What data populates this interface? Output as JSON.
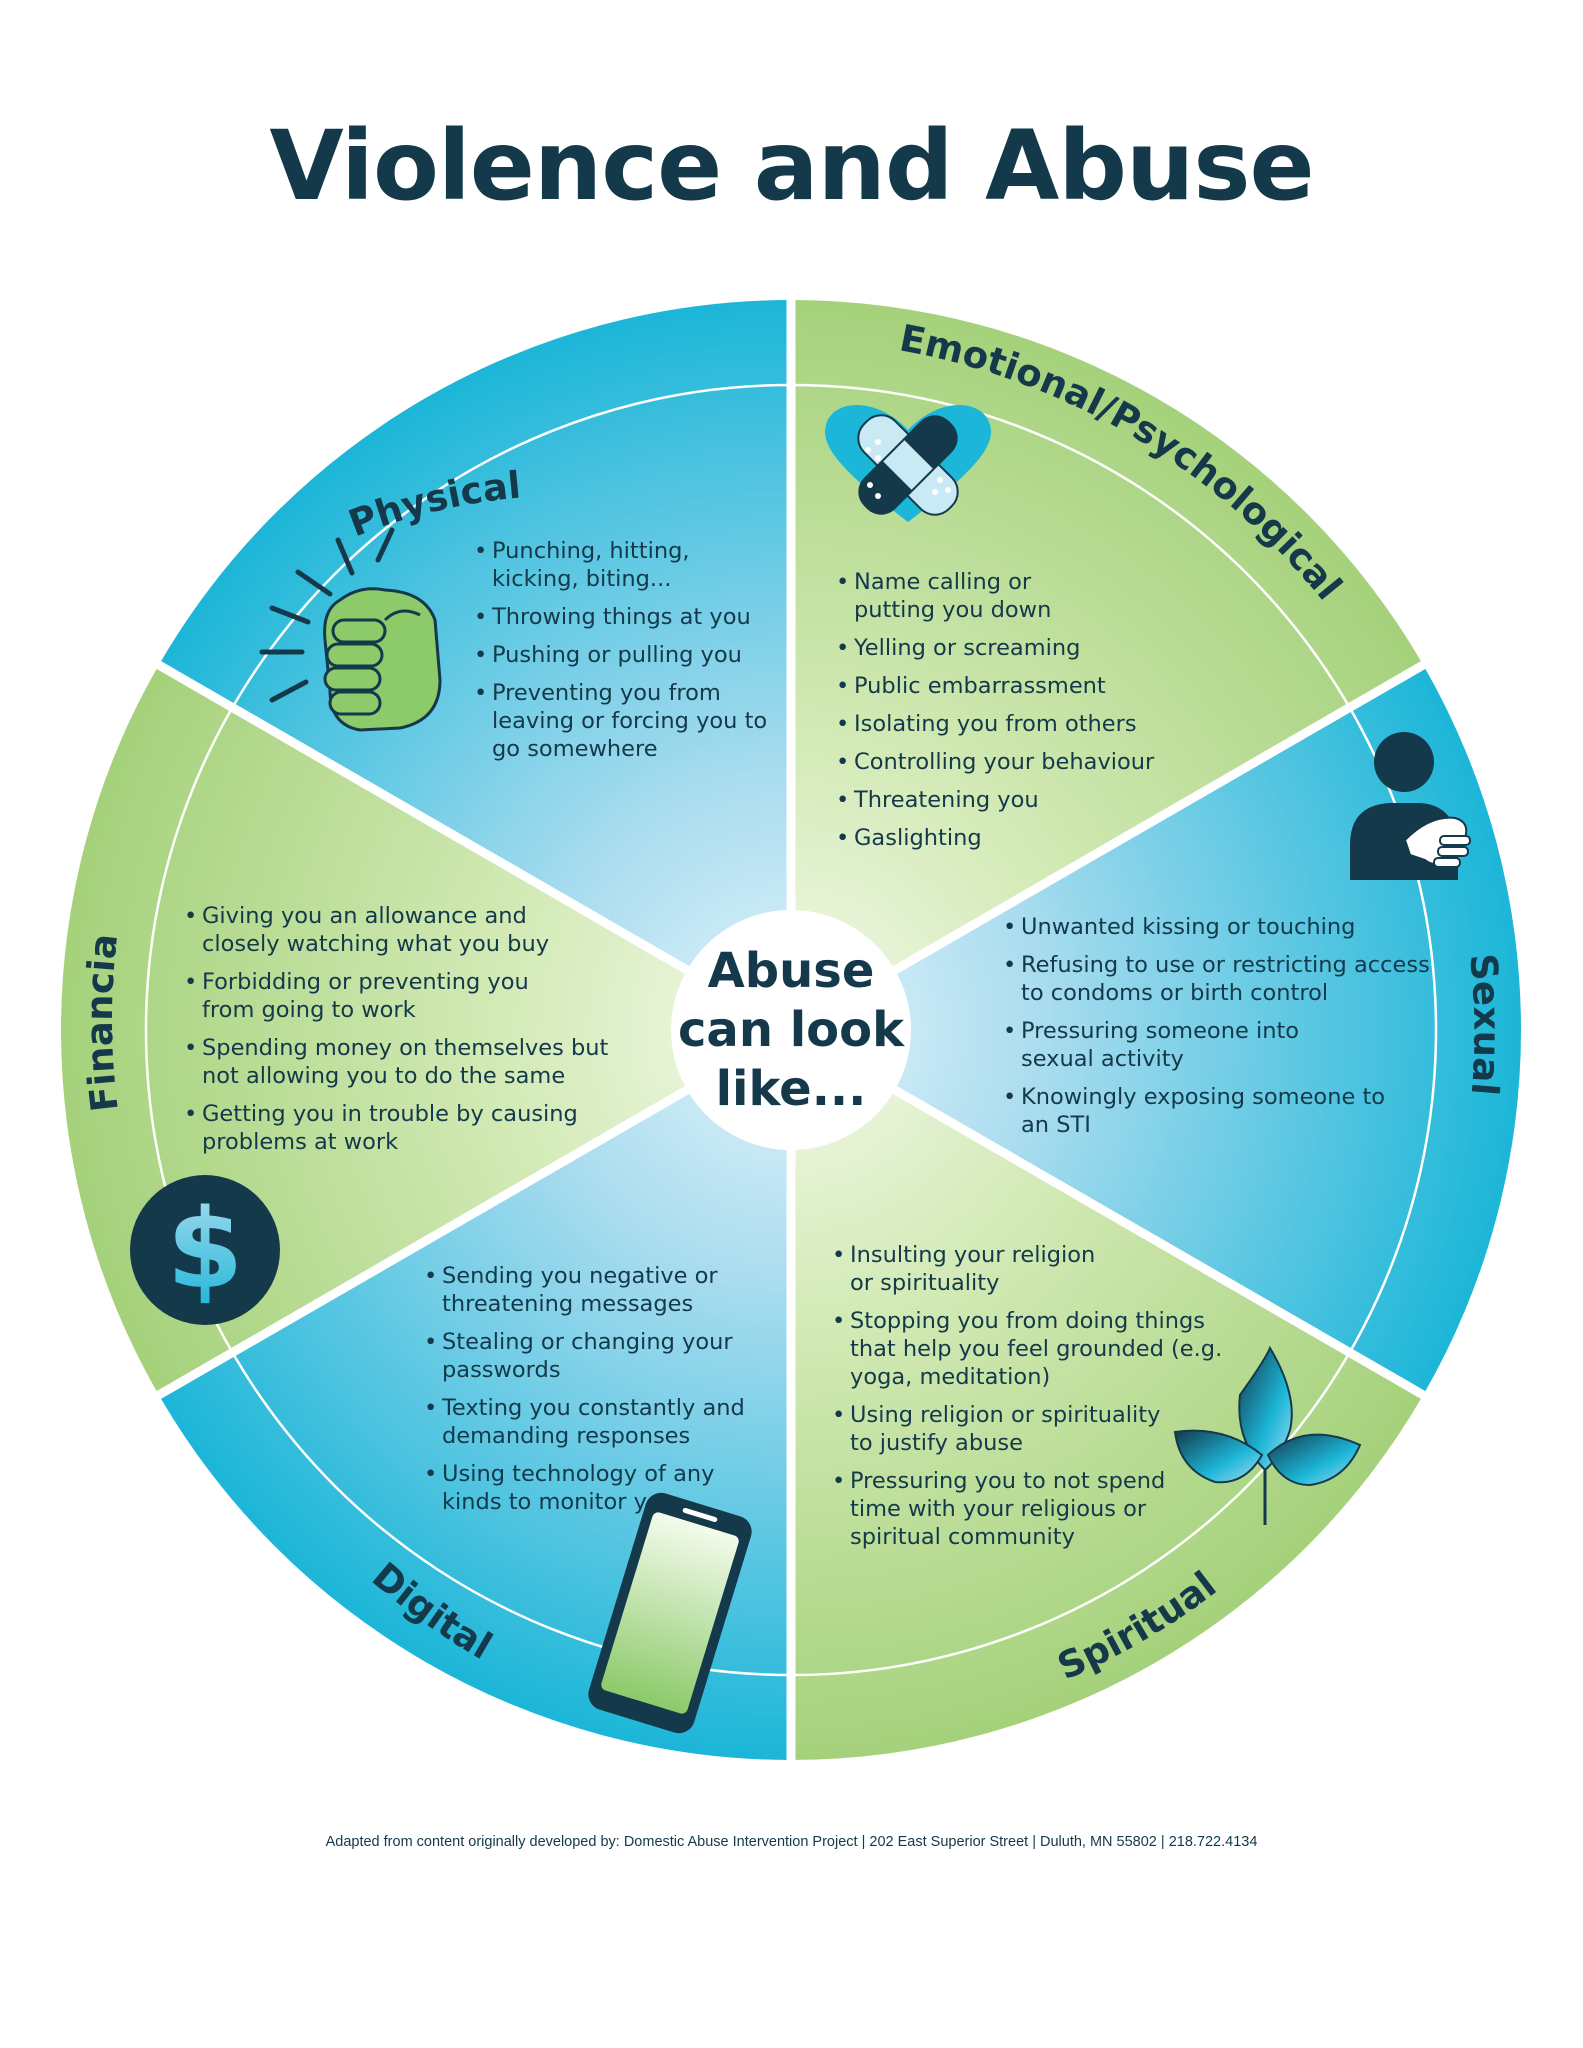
{
  "title": "Violence and Abuse",
  "center_text": [
    "Abuse",
    "can look",
    "like..."
  ],
  "colors": {
    "navy": "#14394a",
    "blue_edge": "#1cb6d8",
    "blue_center": "#e2f4fb",
    "green_edge": "#a5d17b",
    "green_center": "#f3f9ea",
    "icon_green": "#8cca6a"
  },
  "segments": [
    {
      "name": "Physical",
      "icon": "fist-icon",
      "items": [
        "Punching, hitting, kicking, biting...",
        "Throwing things at you",
        "Pushing or pulling you",
        "Preventing you from leaving or forcing you to go somewhere"
      ]
    },
    {
      "name": "Emotional/Psychological",
      "icon": "bandaged-heart-icon",
      "items": [
        "Name calling or putting you down",
        "Yelling or screaming",
        "Public embarrassment",
        "Isolating you from others",
        "Controlling your behaviour",
        "Threatening you",
        "Gaslighting"
      ]
    },
    {
      "name": "Sexual",
      "icon": "hand-on-shoulder-icon",
      "items": [
        "Unwanted kissing or touching",
        "Refusing to use or restricting access to condoms or birth control",
        "Pressuring someone into sexual activity",
        "Knowingly exposing someone to an STI"
      ]
    },
    {
      "name": "Spiritual",
      "icon": "leaf-plant-icon",
      "items": [
        "Insulting your religion or spirituality",
        "Stopping you from doing things that help you feel grounded (e.g. yoga, meditation)",
        "Using religion or spirituality to justify abuse",
        "Pressuring you to not spend time with your religious or spiritual community"
      ]
    },
    {
      "name": "Digital",
      "icon": "smartphone-icon",
      "items": [
        "Sending you negative or threatening messages",
        "Stealing or changing your passwords",
        "Texting you constantly and demanding responses",
        "Using technology of any kinds to monitor you"
      ]
    },
    {
      "name": "Financial",
      "icon": "dollar-coin-icon",
      "items": [
        "Giving you an allowance and closely watching what you buy",
        "Forbidding or preventing you from going to work",
        "Spending money on themselves but not allowing you to do the same",
        "Getting you in trouble by causing problems at work"
      ]
    }
  ],
  "footer": "Adapted from content originally developed by: Domestic Abuse Intervention Project | 202 East Superior Street  |  Duluth, MN 55802  |  218.722.4134"
}
